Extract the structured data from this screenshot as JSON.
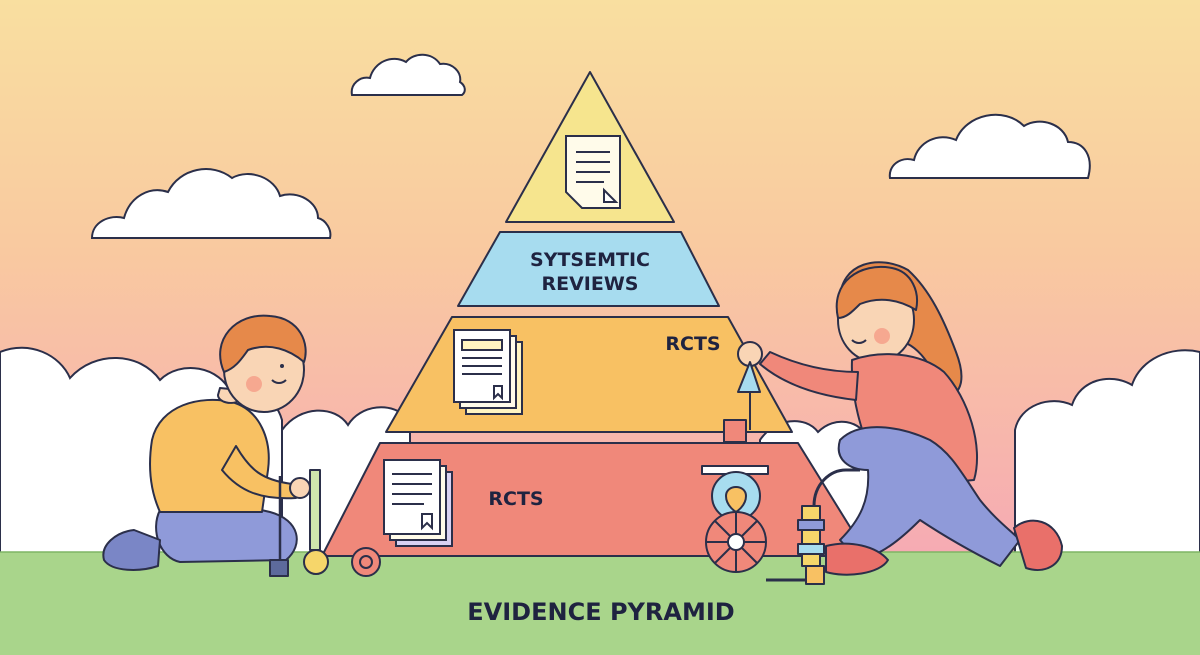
{
  "pyramid": {
    "tier_2_line_1": "SYTSEMTIC",
    "tier_2_line_2": "REVIEWS",
    "tier_3_label": "RCTS",
    "tier_4_label": "RCTS"
  },
  "caption": "EVIDENCE PYRAMID",
  "colors": {
    "sky_top": "#f9dfa0",
    "sky_bottom": "#f6aab4",
    "ground": "#a9d58b",
    "tier_1": "#f6e58e",
    "tier_2": "#a7dcef",
    "tier_3": "#f8c163",
    "tier_4": "#f0887a",
    "outline": "#2b2f4a"
  },
  "icons": {
    "tier_1": "document-icon",
    "tier_3": "stacked-documents-icon",
    "tier_4": "stacked-documents-icon"
  }
}
